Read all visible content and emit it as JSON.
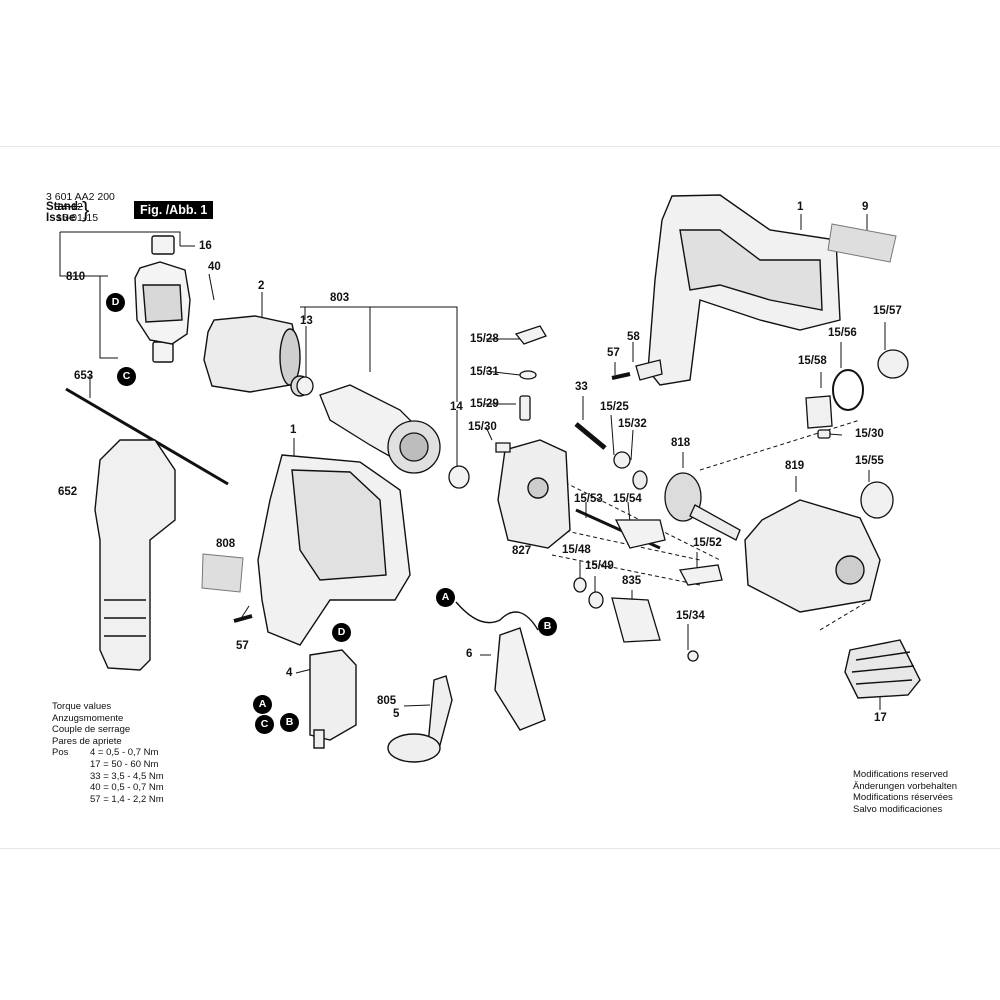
{
  "header": {
    "part_number": "3 601 AA2 200",
    "stand_label": "Stand",
    "issue_label": "Issue",
    "old_date": "14-12",
    "new_date": "15-01-15",
    "figure": "Fig. /Abb. 1"
  },
  "torque": {
    "lines": [
      "Torque values",
      "Anzugsmomente",
      "Couple de serrage",
      "Pares de apriete"
    ],
    "rows": [
      {
        "pos": "Pos",
        "item": "4",
        "value": "0,5 - 0,7 Nm"
      },
      {
        "pos": "",
        "item": "17",
        "value": "50 - 60 Nm"
      },
      {
        "pos": "",
        "item": "33",
        "value": "3,5 - 4,5 Nm"
      },
      {
        "pos": "",
        "item": "40",
        "value": "0,5 - 0,7 Nm"
      },
      {
        "pos": "",
        "item": "57",
        "value": "1,4 - 2,2 Nm"
      }
    ]
  },
  "modifications": [
    "Modifications reserved",
    "Änderungen vorbehalten",
    "Modifications réservées",
    "Salvo modificaciones"
  ],
  "callouts": {
    "p16": "16",
    "p810": "810",
    "p40": "40",
    "p2": "2",
    "p803": "803",
    "p13": "13",
    "p14": "14",
    "p653": "653",
    "p652": "652",
    "p1a": "1",
    "p808": "808",
    "p57a": "57",
    "p4": "4",
    "p805": "805",
    "p5": "5",
    "p6": "6",
    "p15_28": "15/28",
    "p15_31": "15/31",
    "p15_29": "15/29",
    "p15_30a": "15/30",
    "p827": "827",
    "p33": "33",
    "p15_25": "15/25",
    "p15_32": "15/32",
    "p818": "818",
    "p58": "58",
    "p57b": "57",
    "p1b": "1",
    "p9": "9",
    "p15_57": "15/57",
    "p15_56": "15/56",
    "p15_58": "15/58",
    "p15_30b": "15/30",
    "p819": "819",
    "p15_55": "15/55",
    "p15_53": "15/53",
    "p15_54": "15/54",
    "p15_52": "15/52",
    "p15_48": "15/48",
    "p15_49": "15/49",
    "p835": "835",
    "p15_34": "15/34",
    "p17": "17"
  },
  "markers": {
    "D1": "D",
    "C1": "C",
    "A1": "A",
    "B1": "B",
    "D2": "D",
    "A2": "A",
    "C2": "C",
    "B2": "B"
  }
}
